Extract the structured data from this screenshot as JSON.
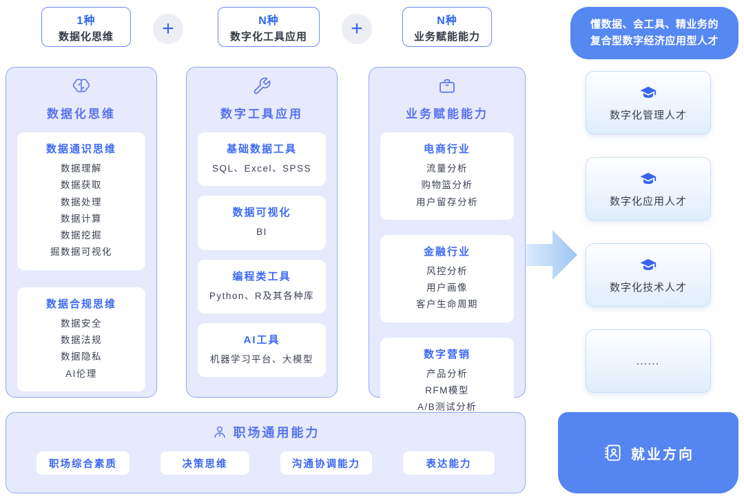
{
  "formula": {
    "plus": "+",
    "terms": [
      {
        "count": "1种",
        "label": "数据化思维"
      },
      {
        "count": "N种",
        "label": "数字化工具应用"
      },
      {
        "count": "N种",
        "label": "业务赋能能力"
      }
    ],
    "goal": {
      "line1": "懂数据、会工具、精业务的",
      "line2": "复合型数字经济应用型人才"
    }
  },
  "columns": [
    {
      "icon": "brain-icon",
      "title": "数据化思维",
      "groups": [
        {
          "title": "数据通识思维",
          "items": [
            "数据理解",
            "数据获取",
            "数据处理",
            "数据计算",
            "数据挖掘",
            "掘数据可视化"
          ]
        },
        {
          "title": "数据合规思维",
          "items": [
            "数据安全",
            "数据法规",
            "数据隐私",
            "AI伦理"
          ]
        }
      ]
    },
    {
      "icon": "wrench-icon",
      "title": "数字工具应用",
      "groups": [
        {
          "title": "基础数据工具",
          "items": [
            "SQL、Excel、SPSS"
          ]
        },
        {
          "title": "数据可视化",
          "items": [
            "BI"
          ]
        },
        {
          "title": "编程类工具",
          "items": [
            "Python、R及其各种库"
          ]
        },
        {
          "title": "AI工具",
          "items": [
            "机器学习平台、大模型"
          ]
        }
      ]
    },
    {
      "icon": "briefcase-icon",
      "title": "业务赋能能力",
      "groups": [
        {
          "title": "电商行业",
          "items": [
            "流量分析",
            "购物篮分析",
            "用户留存分析"
          ]
        },
        {
          "title": "金融行业",
          "items": [
            "风控分析",
            "用户画像",
            "客户生命周期"
          ]
        },
        {
          "title": "数字营销",
          "items": [
            "产品分析",
            "RFM模型",
            "A/B测试分析"
          ]
        }
      ]
    }
  ],
  "talents": [
    {
      "icon": "graduation-cap-icon",
      "label": "数字化管理人才"
    },
    {
      "icon": "graduation-cap-icon",
      "label": "数字化应用人才"
    },
    {
      "icon": "graduation-cap-icon",
      "label": "数字化技术人才"
    },
    {
      "icon": "none",
      "label": "......"
    }
  ],
  "general_skills": {
    "icon": "person-icon",
    "title": "职场通用能力",
    "items": [
      "职场综合素质",
      "决策思维",
      "沟通协调能力",
      "表达能力"
    ]
  },
  "employment": {
    "icon": "contact-book-icon",
    "label": "就业方向"
  },
  "icons": {
    "plus": "+",
    "brain-icon": "brain outline",
    "wrench-icon": "wrench outline",
    "briefcase-icon": "briefcase outline",
    "graduation-cap-icon": "graduation cap filled",
    "person-icon": "person outline",
    "contact-book-icon": "contact book outline"
  },
  "colors": {
    "accent_blue": "#3D68F0",
    "header_blue": "#5A73EE",
    "panel_bg": "#E6EAFC",
    "panel_border": "#93A5F1",
    "term_border": "#6C89F4",
    "goal_bg": "#5688F2",
    "employment_bg": "#5585F0",
    "talent_border": "#C9DFF7",
    "talent_gradient_bottom": "#E0EEFC",
    "arrow_gradient": [
      "#DCEAFC",
      "#9EC6F2"
    ],
    "item_text": "#3C4254",
    "plus_circle_bg": "#ECEEF3"
  }
}
